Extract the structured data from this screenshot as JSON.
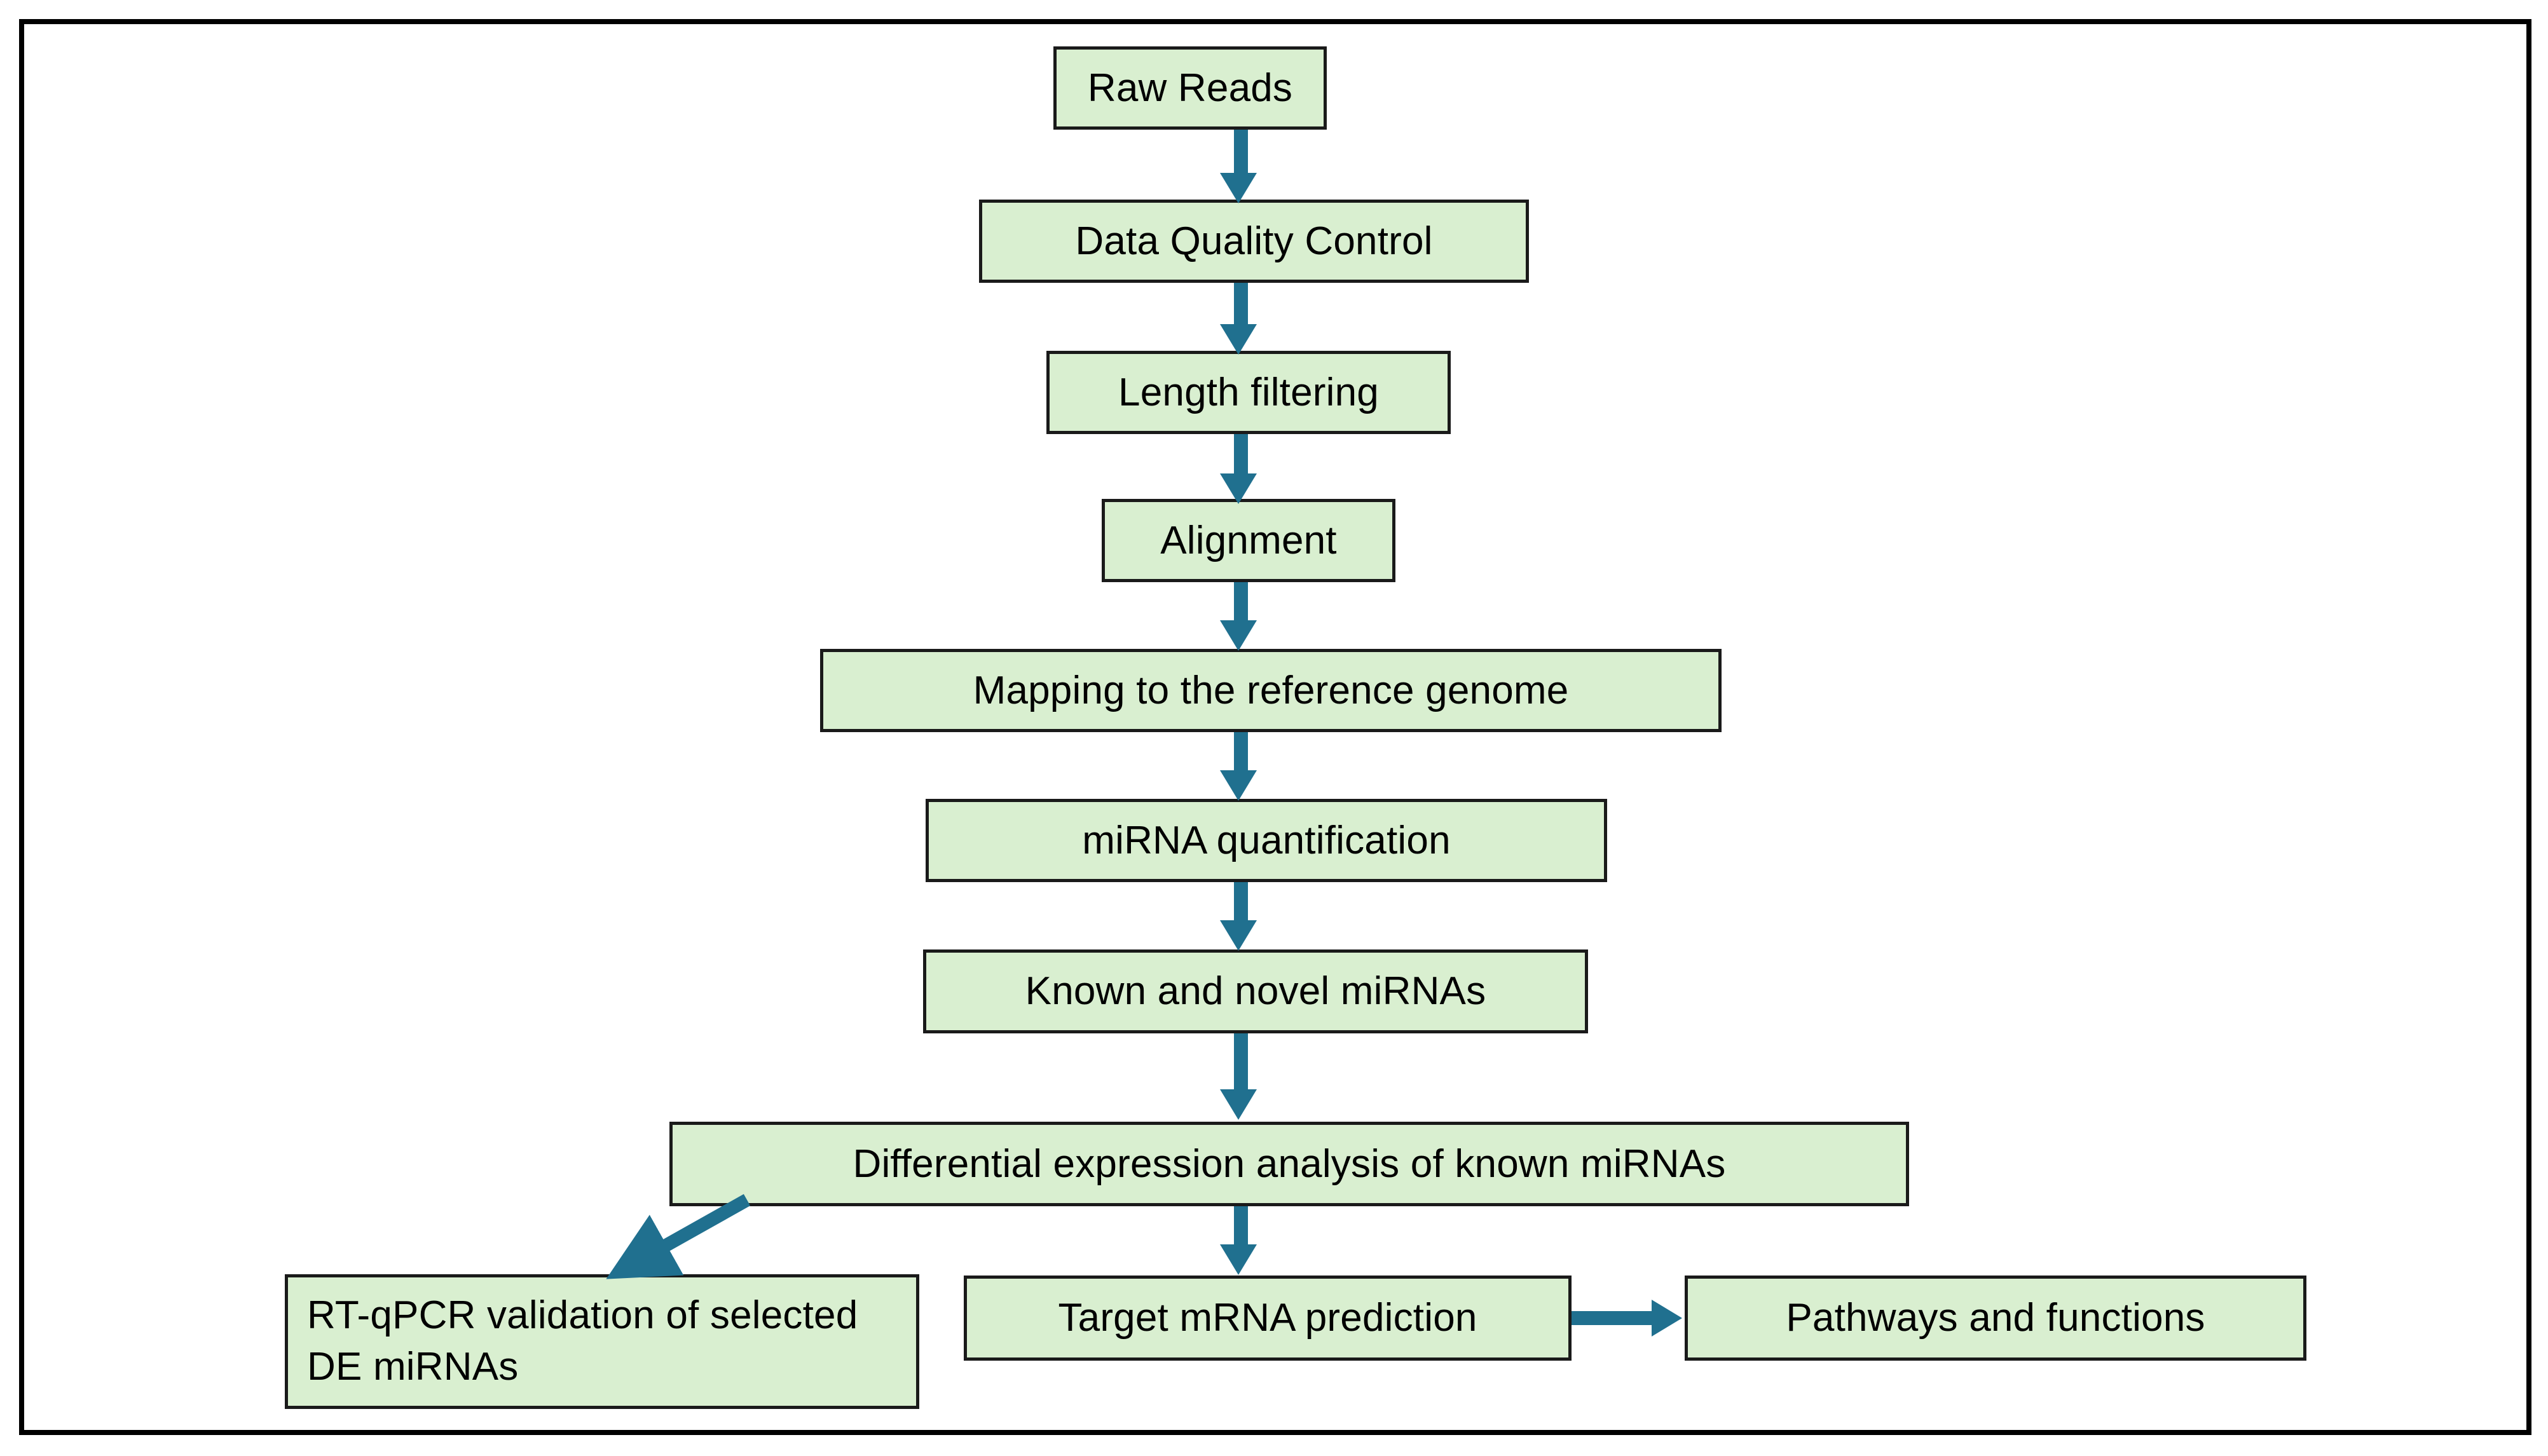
{
  "figure": {
    "type": "flowchart",
    "title": "miRNA sequencing data analysis workflow",
    "orientation": "top-to-bottom",
    "colors": {
      "node_fill": "#d9efd0",
      "node_border": "#1a1a1a",
      "arrow": "#20708f",
      "frame_border": "#000000",
      "background": "#ffffff",
      "text": "#000000"
    }
  },
  "nodes": [
    {
      "id": "raw-reads",
      "label": "Raw Reads"
    },
    {
      "id": "data-qc",
      "label": "Data Quality Control"
    },
    {
      "id": "length-filtering",
      "label": "Length filtering"
    },
    {
      "id": "alignment",
      "label": "Alignment"
    },
    {
      "id": "mapping",
      "label": "Mapping to the reference genome"
    },
    {
      "id": "mirna-quant",
      "label": "miRNA quantification"
    },
    {
      "id": "known-novel",
      "label": "Known and novel miRNAs"
    },
    {
      "id": "de-analysis",
      "label": "Differential expression analysis of known miRNAs"
    },
    {
      "id": "rt-qpcr",
      "label": "RT-qPCR validation of selected DE miRNAs"
    },
    {
      "id": "target-mrna",
      "label": "Target mRNA prediction"
    },
    {
      "id": "pathways",
      "label": "Pathways and functions"
    }
  ],
  "edges": [
    {
      "from": "raw-reads",
      "to": "data-qc",
      "direction": "down"
    },
    {
      "from": "data-qc",
      "to": "length-filtering",
      "direction": "down"
    },
    {
      "from": "length-filtering",
      "to": "alignment",
      "direction": "down"
    },
    {
      "from": "alignment",
      "to": "mapping",
      "direction": "down"
    },
    {
      "from": "mapping",
      "to": "mirna-quant",
      "direction": "down"
    },
    {
      "from": "mirna-quant",
      "to": "known-novel",
      "direction": "down"
    },
    {
      "from": "known-novel",
      "to": "de-analysis",
      "direction": "down"
    },
    {
      "from": "de-analysis",
      "to": "rt-qpcr",
      "direction": "down-left-diagonal"
    },
    {
      "from": "de-analysis",
      "to": "target-mrna",
      "direction": "down"
    },
    {
      "from": "target-mrna",
      "to": "pathways",
      "direction": "right"
    }
  ]
}
